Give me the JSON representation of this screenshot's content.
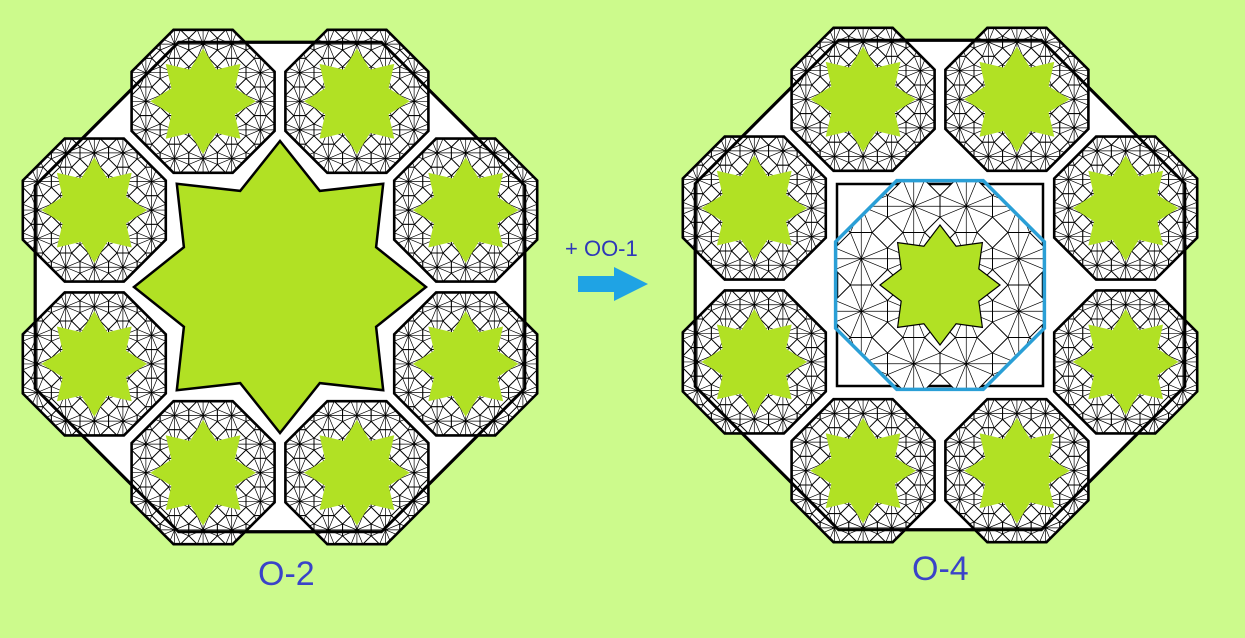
{
  "colors": {
    "background": "#ccfa8c",
    "green": "#b1e124",
    "tile_fill": "#ffffff",
    "line": "#000000",
    "highlight": "#2a9fd6",
    "arrow": "#1fa3e4",
    "label": "#3a43c8"
  },
  "figures": {
    "left": {
      "label": "O-2",
      "center_star": "large-green-star"
    },
    "right": {
      "label": "O-4",
      "center_tile": "outlined-octagon"
    }
  },
  "transition": {
    "label": "+ OO-1",
    "icon": "arrow-right-icon"
  }
}
